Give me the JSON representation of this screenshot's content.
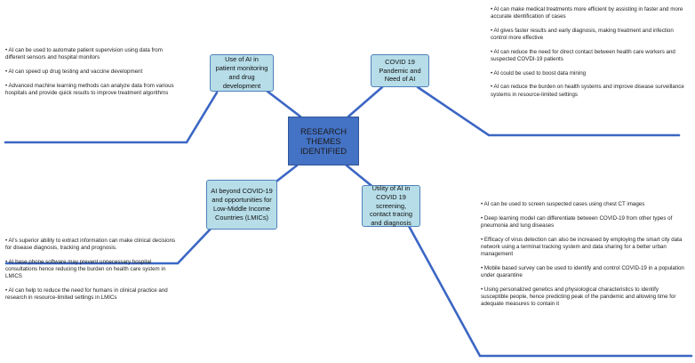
{
  "center": {
    "label": "RESEARCH\nTHEMES\nIDENTIFIED"
  },
  "themes": [
    {
      "label": "Use of AI in patient monitoring and drug development",
      "points": [
        "• AI can be used to automate patient supervision using data from different sensors and hospital monitors",
        "• AI can speed up drug testing and vaccine development",
        "• Advanced machine learning methods can analyze data from various hospitals and provide quick results to improve treatment algorithms"
      ]
    },
    {
      "label": "COVID 19 Pandemic and Need of AI",
      "points": [
        "• AI can make medical treatments more efficient by assisting in faster and more accurate identification of cases",
        "• AI gives faster results and early diagnosis, making treatment and infection control more effective",
        "• AI can reduce the need for direct contact between health care workers and suspected COVDI-19 patients",
        "• AI could be used to boost data mining",
        "• AI can reduce the burden on health systems and improve disease surveillance systems in resource-limited settings"
      ]
    },
    {
      "label": "AI beyond COVID-19 and opportunities for Low-Middle Income Countries (LMICs)",
      "points": [
        "• AI's  superior ability to extract information can make clinical decisions for disease diagnosis, tracking and prognosis.",
        "• AI base phone software may prevent unnecessary hospital consultations hence reducing the burden on health care system in LMICS",
        "• AI can help to reduce the need for humans in clinical practice and research in resource-limited settings in LMICs"
      ]
    },
    {
      "label": "Utility of AI in COVID 19 screening, contact tracing and diagnosis",
      "points": [
        "• AI can be used to screen suspected cases using chest CT images",
        "• Deep learning model can differentiate between COVID-19 from other types of pneumonia and lung diseases",
        "• Efficacy of virus detection can also be increased by employing the smart city data network using a terminal tracking system and data sharing for a better urban management",
        "• Mobile based survey can be used to identify and control COVID-19 in a population under quarantine",
        "• Using personalized genetics and physiological characteristics to identify susceptible people, hence predicting peak of the pandemic and allowing time for adequate measures to contain it"
      ]
    }
  ],
  "colors": {
    "connector": "#3b66c4",
    "box_fill": "#b6dde8",
    "center_fill": "#4472c4"
  }
}
